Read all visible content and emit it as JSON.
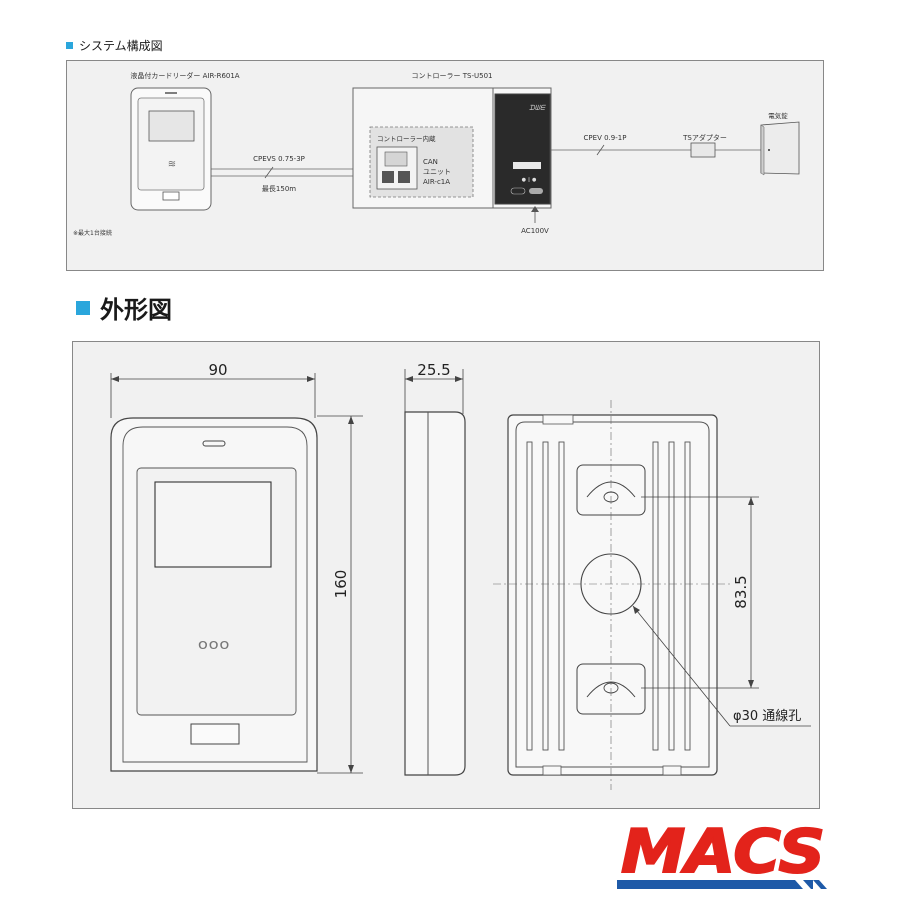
{
  "system_section": {
    "title": "システム構成図",
    "reader_label": "液晶付カードリーダー AIR-R601A",
    "controller_label": "コントローラー TS-U501",
    "builtin_label": "コントローラー内蔵",
    "can_unit_lines": [
      "CAN",
      "ユニット",
      "AIR-c1A"
    ],
    "cable_reader": "CPEVS 0.75-3P",
    "cable_length": "最長150m",
    "cable_lock": "CPEV 0.9-1P",
    "adapter_label": "TSアダプター",
    "lock_label": "電気錠",
    "power_label": "AC100V",
    "note": "※最大1台接続"
  },
  "outline_section": {
    "title": "外形図",
    "dim_width": "90",
    "dim_height": "160",
    "dim_depth": "25.5",
    "dim_hole_pitch": "83.5",
    "hole_label": "φ30 通線孔"
  },
  "logo": {
    "text": "MACS",
    "color": "#e3231b",
    "stripe_color": "#1e5aa8"
  },
  "colors": {
    "accent": "#2aa6dc",
    "panel_bg": "#f1f1f1"
  }
}
